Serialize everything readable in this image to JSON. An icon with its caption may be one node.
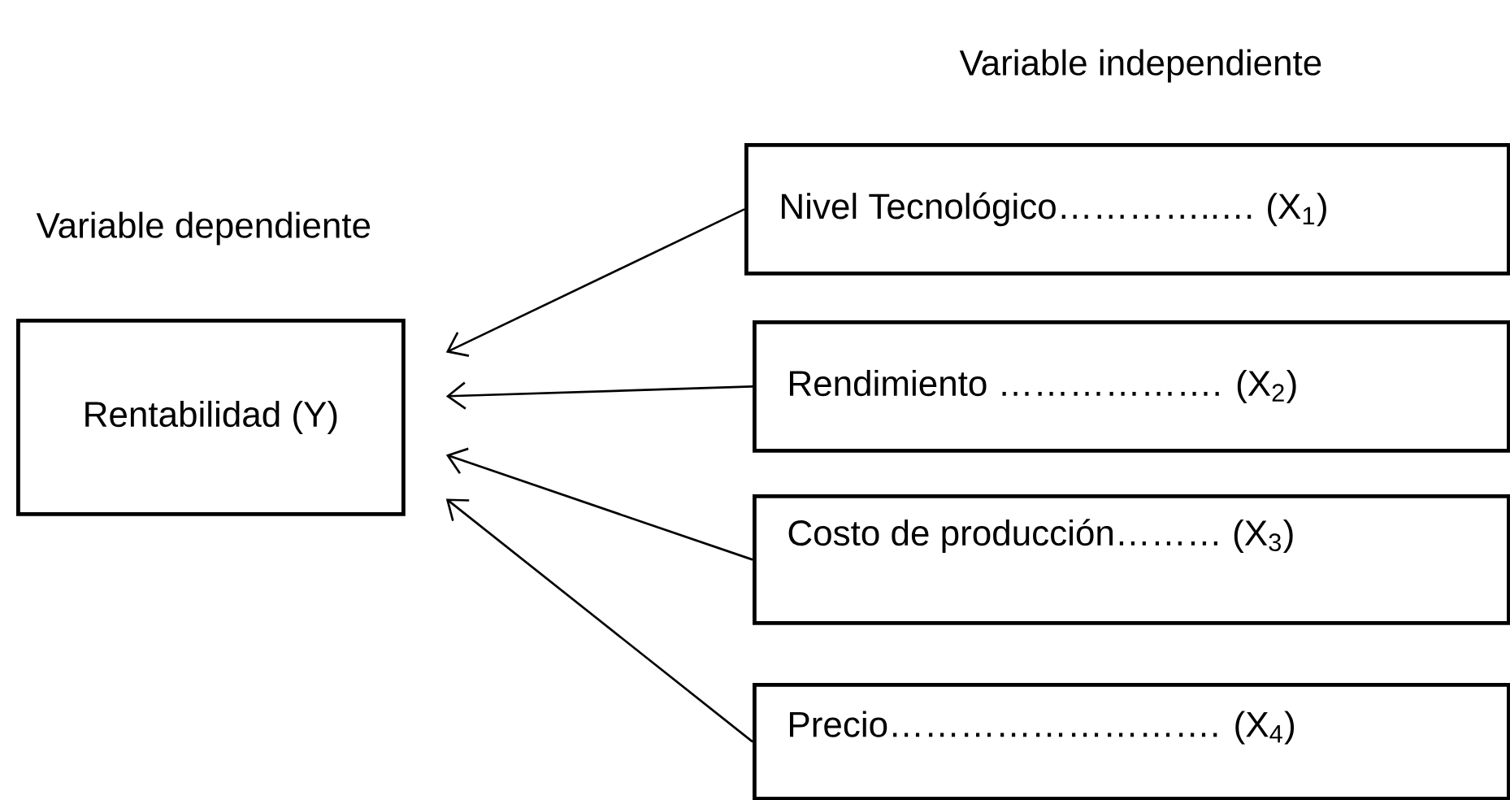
{
  "diagram": {
    "nodes": [
      {
        "text": [
          "Rentabilidad (Y)"
        ]
      },
      {
        "text": [
          "Nivel Tecnológico…………..…  (X$_{1}$)"
        ]
      },
      {
        "text": [
          "Rendimiento  ………………. (X$_{2}$)"
        ]
      },
      {
        "text": [
          "Costo de producción……… (X$_{3}$)"
        ]
      },
      {
        "text": [
          "Precio………………………. (X$_{4}$)"
        ]
      }
    ],
    "edges": [
      {
        "from": 1,
        "to": 0,
        "arrow": "to"
      },
      {
        "from": 2,
        "to": 0,
        "arrow": "to"
      },
      {
        "from": 3,
        "to": 0,
        "arrow": "to"
      },
      {
        "from": 4,
        "to": 0,
        "arrow": "to"
      }
    ],
    "labels": [
      "Variable independiente",
      "Variable dependiente"
    ]
  }
}
